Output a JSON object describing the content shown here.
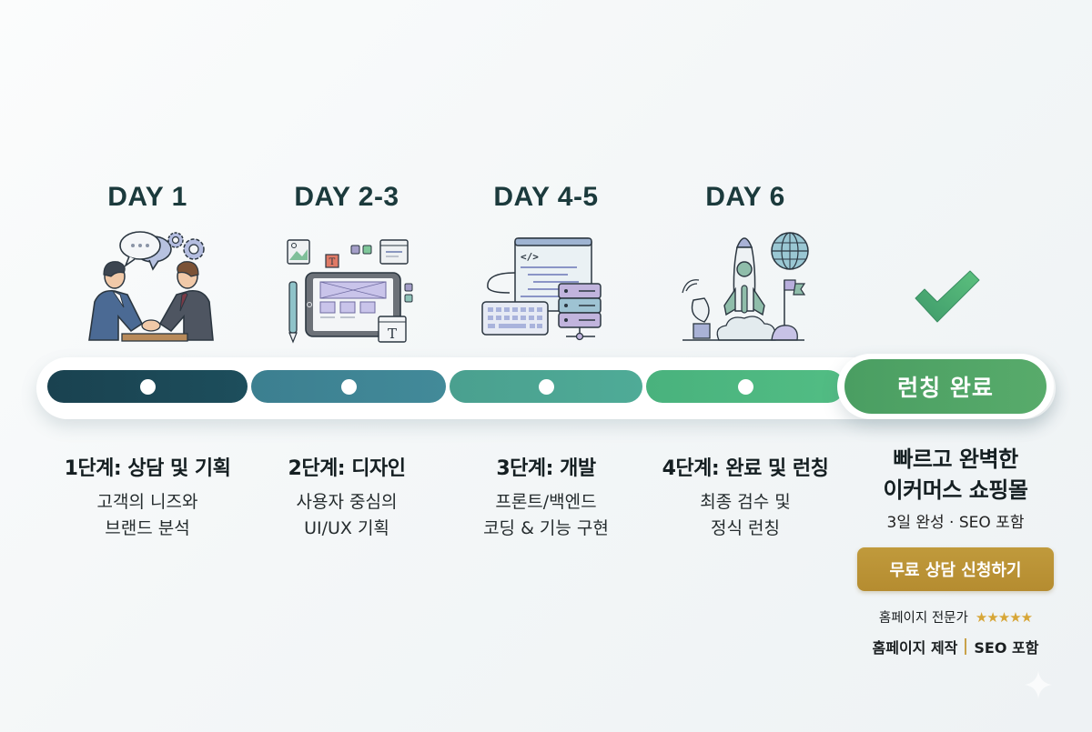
{
  "timeline": {
    "phases": [
      {
        "day": "DAY 1",
        "illustration": "handshake-meeting-icon",
        "title": "1단계: 상담 및 기획",
        "description": "고객의 니즈와\n브랜드 분석",
        "color": "#1d4a58"
      },
      {
        "day": "DAY 2-3",
        "illustration": "tablet-wireframe-design-icon",
        "title": "2단계: 디자인",
        "description": "사용자 중심의\nUI/UX 기획",
        "color": "#3f8595"
      },
      {
        "day": "DAY 4-5",
        "illustration": "code-keyboard-server-icon",
        "title": "3단계: 개발",
        "description": "프론트/백엔드\n코딩 & 기능 구현",
        "color": "#4ca693"
      },
      {
        "day": "DAY 6",
        "illustration": "rocket-launch-globe-icon",
        "title": "4단계: 완료 및 런칭",
        "description": "최종 검수 및\n정식 런칭",
        "color": "#4fb881"
      }
    ],
    "final": {
      "label": "런칭 완료",
      "icon": "checkmark-icon",
      "color": "#52a466"
    }
  },
  "promo": {
    "title": "빠르고 완벽한\n이커머스 쇼핑몰",
    "subtitle": "3일 완성 · SEO 포함",
    "cta_label": "무료 상담 신청하기",
    "cta_color": "#bb9436",
    "rating_label": "홈페이지 전문가",
    "stars": "★★★★★",
    "tag_left": "홈페이지 제작",
    "tag_right": "SEO 포함"
  }
}
